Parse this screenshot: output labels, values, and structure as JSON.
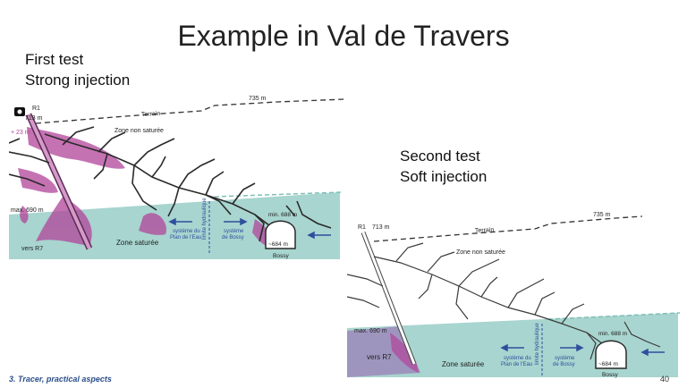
{
  "slide": {
    "title": "Example in Val de Travers",
    "footer": "3. Tracer, practical aspects",
    "page_number": "40"
  },
  "first_test": {
    "heading_line1": "First test",
    "heading_line2": "Strong injection",
    "labels": {
      "r1": "R1",
      "elev_713": "713 m",
      "plus23": "+ 23 m",
      "terrain": "Terrain",
      "elev_735": "735 m",
      "zone_non_saturee": "Zone non saturée",
      "max690": "max. 690 m",
      "vers_r7": "vers R7",
      "zone_saturee": "Zone saturée",
      "systeme_plan_eau_1": "système du",
      "systeme_plan_eau_2": "Plan de l'Eau",
      "limite_hydraulique": "limite hydraulique",
      "systeme_bossy_1": "système",
      "systeme_bossy_2": "de Bossy",
      "min688": "min. 688 m",
      "approx684": "~684 m",
      "bossy": "Bossy"
    }
  },
  "second_test": {
    "heading_line1": "Second test",
    "heading_line2": "Soft injection",
    "labels": {
      "r1": "R1",
      "elev_713": "713 m",
      "terrain": "Terrain",
      "elev_735": "735 m",
      "zone_non_saturee": "Zone non saturée",
      "max690": "max. 690 m",
      "vers_r7": "vers R7",
      "zone_saturee": "Zone saturée",
      "systeme_plan_eau_1": "système du",
      "systeme_plan_eau_2": "Plan de l'Eau",
      "limite_hydraulique": "limite hydraulique",
      "systeme_bossy_1": "système",
      "systeme_bossy_2": "de Bossy",
      "min688": "min. 688 m",
      "approx684": "~684 m",
      "bossy": "Bossy"
    }
  },
  "colors": {
    "saturated_zone": "#a8d5cf",
    "tracer": "#b2449a",
    "arrows": "#2e4f9e",
    "karst": "#2a2a2a"
  }
}
